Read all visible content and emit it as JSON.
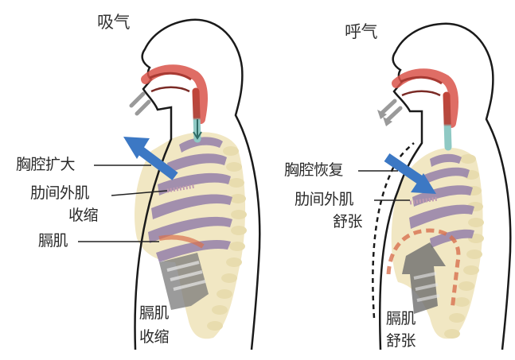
{
  "panels": [
    {
      "id": "inhale",
      "title": "吸气",
      "labels": {
        "chest": "胸腔扩大",
        "intercostal_1": "肋间外肌",
        "intercostal_2": "收缩",
        "diaphragm": "膈肌",
        "diaphragm_state_1": "膈肌",
        "diaphragm_state_2": "收缩"
      },
      "arrow_direction": "up-left"
    },
    {
      "id": "exhale",
      "title": "呼气",
      "labels": {
        "chest": "胸腔恢复",
        "intercostal_1": "肋间外肌",
        "intercostal_2": "舒张",
        "diaphragm_state_1": "膈肌",
        "diaphragm_state_2": "舒张"
      },
      "arrow_direction": "down-right"
    }
  ],
  "colors": {
    "outline": "#1a1a1a",
    "airway": "#d9534a",
    "trachea": "#8fc9c4",
    "ribs_bone": "#efe3b8",
    "lung_purple": "#9a86ab",
    "arrow_blue": "#3c78c4",
    "diaphragm_arrow": "#7a7a7a",
    "diaphragm_red": "#d8704f"
  }
}
